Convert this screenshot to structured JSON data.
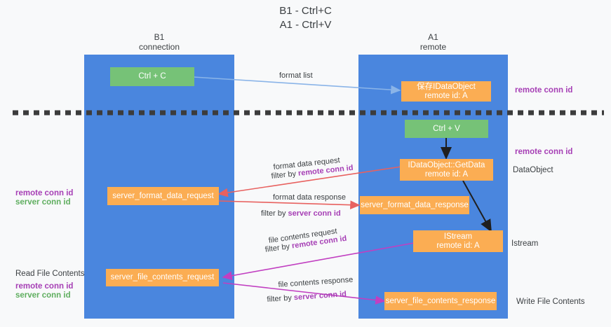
{
  "title": {
    "line1": "B1 - Ctrl+C",
    "line2": "A1 - Ctrl+V"
  },
  "columns": [
    {
      "name": "B1",
      "role": "connection"
    },
    {
      "name": "A1",
      "role": "remote"
    }
  ],
  "nodes": {
    "ctrl_c": "Ctrl + C",
    "ctrl_v": "Ctrl + V",
    "save_idataobject_l1": "保存IDataObject",
    "save_idataobject_l2": "remote id: A",
    "getdata_l1": "IDataObject::GetData",
    "getdata_l2": "remote id: A",
    "istream_l1": "IStream",
    "istream_l2": "remote id: A",
    "server_format_data_request": "server_format_data_request",
    "server_format_data_response": "server_format_data_response",
    "server_file_contents_request": "server_file_contents_request",
    "server_file_contents_response": "server_file_contents_response"
  },
  "annotations": {
    "remote_conn_id_top": "remote conn id",
    "remote_conn_id_mid": "remote conn id",
    "dataobject": "DataObject",
    "istream": "Istream",
    "write_file_contents": "Write File Contents",
    "read_file_contents": "Read File Contents",
    "left_remote_conn_id_1": "remote conn id",
    "left_server_conn_id_1": "server conn id",
    "left_remote_conn_id_2": "remote conn id",
    "left_server_conn_id_2": "server conn id"
  },
  "edges": {
    "format_list": "format list",
    "format_data_request": "format data request",
    "format_data_request_filter_prefix": "filter by ",
    "format_data_request_filter_key": "remote conn id",
    "format_data_response": "format data response",
    "format_data_response_filter_prefix": "filter by ",
    "format_data_response_filter_key": "server conn id",
    "file_contents_request": "file contents request",
    "file_contents_request_filter_prefix": "filter by ",
    "file_contents_request_filter_key": "remote conn id",
    "file_contents_response": "file contents response",
    "file_contents_response_filter_prefix": "filter by ",
    "file_contents_response_filter_key": "server conn id"
  },
  "colors": {
    "lane": "#4a86de",
    "node_green": "#76c277",
    "node_orange": "#fbad53",
    "accent_purple": "#a63fb5",
    "accent_green": "#5fae5f",
    "arrow_red": "#e8615f",
    "arrow_magenta": "#c13fc1",
    "arrow_blue": "#8ab4e8",
    "divider": "#3c3c3c",
    "background": "#f8f9fa"
  }
}
